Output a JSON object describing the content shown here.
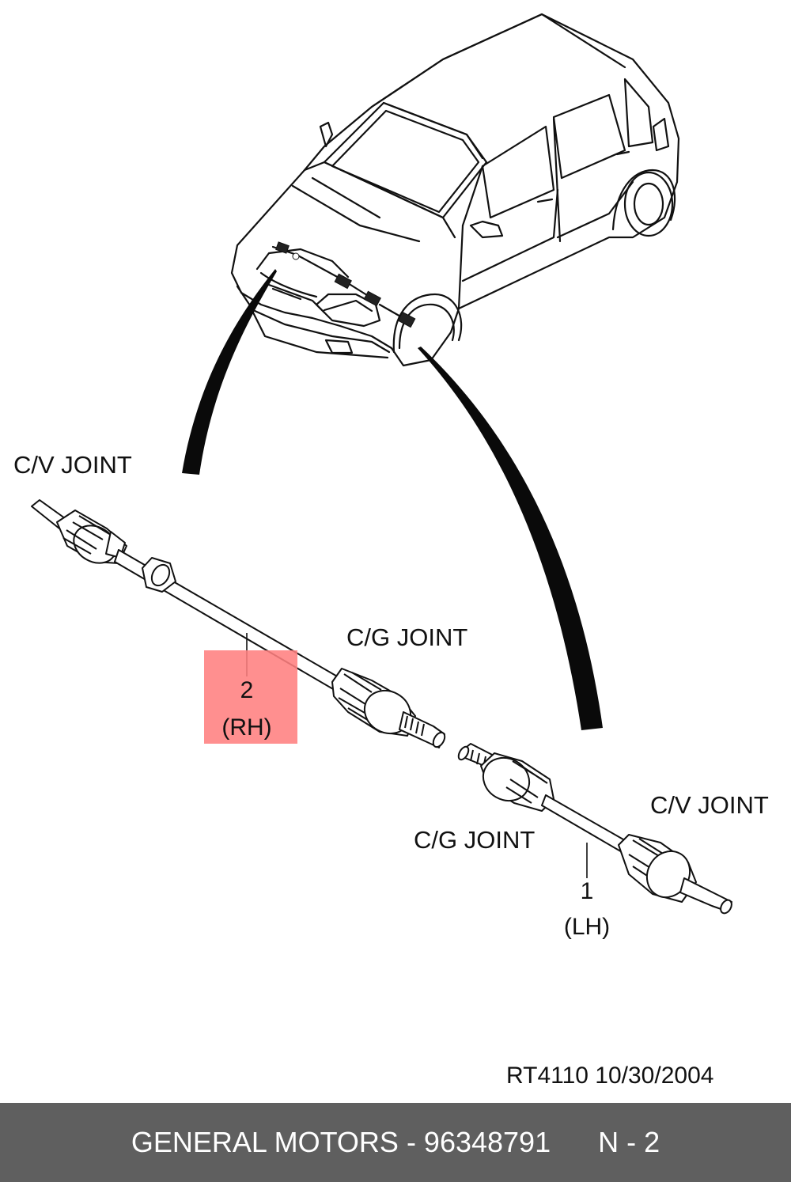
{
  "colors": {
    "highlight": "#ff8080",
    "footer_bg": "#5f5f5f",
    "footer_text": "#ffffff",
    "line": "#111111"
  },
  "labels": {
    "cv_joint_rh": "C/V JOINT",
    "cg_joint_rh": "C/G JOINT",
    "cg_joint_lh": "C/G JOINT",
    "cv_joint_lh": "C/V JOINT"
  },
  "parts": {
    "rh": {
      "number": "2",
      "side": "(RH)"
    },
    "lh": {
      "number": "1",
      "side": "(LH)"
    }
  },
  "reference": "RT4110  10/30/2004",
  "footer": {
    "text": "GENERAL MOTORS - 96348791      N - 2"
  }
}
